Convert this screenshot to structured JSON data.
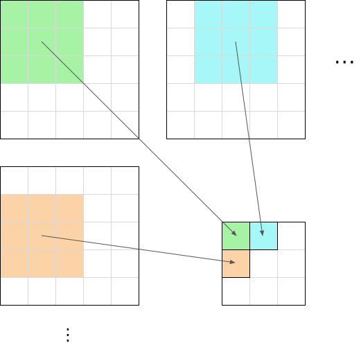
{
  "colors": {
    "green": "#a6f3a6",
    "cyan": "#a6f7f8",
    "orange": "#fbd3a7",
    "grid_line": "#d9d9d9",
    "border": "#000000",
    "arrow": "#555555"
  },
  "grids": {
    "input_top_left": {
      "cells": 5,
      "highlight": "green",
      "highlight_window": {
        "row": 0,
        "col": 0,
        "size": 3
      }
    },
    "input_top_right": {
      "cells": 5,
      "highlight": "cyan",
      "highlight_window": {
        "row": 0,
        "col": 1,
        "size": 3
      }
    },
    "input_bottom_left": {
      "cells": 5,
      "highlight": "orange",
      "highlight_window": {
        "row": 1,
        "col": 0,
        "size": 3
      }
    },
    "output": {
      "cells": 3,
      "filled": [
        {
          "row": 0,
          "col": 0,
          "color": "green"
        },
        {
          "row": 0,
          "col": 1,
          "color": "cyan"
        },
        {
          "row": 1,
          "col": 0,
          "color": "orange"
        }
      ]
    }
  },
  "continuation_marks": {
    "horizontal": "···",
    "vertical": "⋮"
  }
}
